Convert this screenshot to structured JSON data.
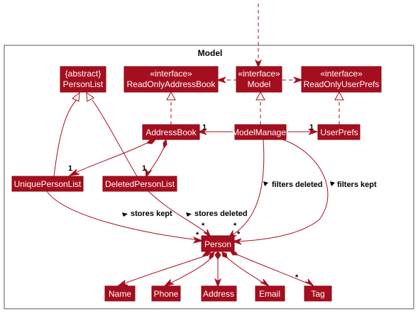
{
  "package": {
    "title": "Model"
  },
  "nodes": {
    "abstract_person_list": {
      "line1": "{abstract}",
      "line2": "PersonList"
    },
    "read_only_address_book": {
      "line1": "«interface»",
      "line2": "ReadOnlyAddressBook"
    },
    "model_interface": {
      "line1": "«interface»",
      "line2": "Model"
    },
    "read_only_user_prefs": {
      "line1": "«interface»",
      "line2": "ReadOnlyUserPrefs"
    },
    "address_book": {
      "label": "AddressBook"
    },
    "model_manager": {
      "label": "ModelManager"
    },
    "user_prefs": {
      "label": "UserPrefs"
    },
    "unique_person_list": {
      "label": "UniquePersonList"
    },
    "deleted_person_list": {
      "label": "DeletedPersonList"
    },
    "person": {
      "label": "Person"
    },
    "name": {
      "label": "Name"
    },
    "phone": {
      "label": "Phone"
    },
    "address": {
      "label": "Address"
    },
    "email": {
      "label": "Email"
    },
    "tag": {
      "label": "Tag"
    }
  },
  "edge_labels": {
    "stores_kept": "stores kept",
    "stores_deleted": "stores deleted",
    "filters_deleted": "filters deleted",
    "filters_kept": "filters kept"
  },
  "multiplicities": {
    "one": "1",
    "many": "*"
  },
  "colors": {
    "node_fill": "#a50e1e",
    "node_text": "#ffffff",
    "edge": "#a50e1e"
  }
}
